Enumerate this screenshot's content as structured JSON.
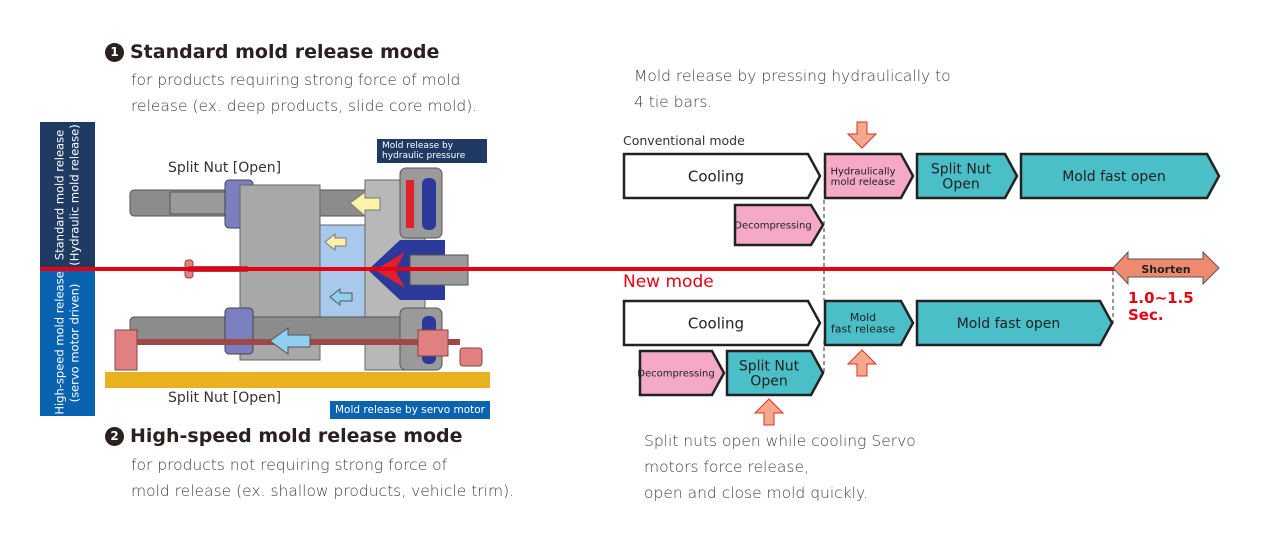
{
  "standard_mode": {
    "number": "1",
    "title": "Standard mold release mode",
    "desc_lines": [
      "for products requiring strong force of mold",
      "release (ex. deep products, slide core mold)."
    ]
  },
  "highspeed_mode": {
    "number": "2",
    "title": "High-speed mold release mode",
    "desc_lines": [
      "for products not requiring strong force of",
      "mold release (ex. shallow products, vehicle trim)."
    ]
  },
  "side_labels": {
    "top": [
      "Standard mold release",
      "(Hydraulic mold release)"
    ],
    "bottom": [
      "High-speed mold release",
      "(servo motor driven)"
    ]
  },
  "machine": {
    "split_nut_top": "Split Nut [Open]",
    "split_nut_bottom": "Split Nut [Open]",
    "callout_hydraulic": [
      "Mold release by",
      "hydraulic pressure"
    ],
    "callout_servo": "Mold release by servo motor"
  },
  "conventional": {
    "intro_lines": [
      "Mold release by pressing hydraulically to",
      "4 tie bars."
    ],
    "label": "Conventional mode",
    "steps": [
      {
        "label": [
          "Cooling"
        ],
        "kind": "white"
      },
      {
        "label": [
          "Hydraulically",
          "mold release"
        ],
        "kind": "pink"
      },
      {
        "label": [
          "Split Nut",
          "Open"
        ],
        "kind": "teal"
      },
      {
        "label": [
          "Mold fast open"
        ],
        "kind": "teal"
      }
    ],
    "sub_step": {
      "label": [
        "Decompressing"
      ],
      "kind": "pink"
    }
  },
  "new_mode": {
    "label": "New mode",
    "steps": [
      {
        "label": [
          "Cooling"
        ],
        "kind": "white"
      },
      {
        "label": [
          "Mold",
          "fast release"
        ],
        "kind": "teal"
      },
      {
        "label": [
          "Mold fast open"
        ],
        "kind": "teal"
      }
    ],
    "sub_steps": [
      {
        "label": [
          "Decompressing"
        ],
        "kind": "pink"
      },
      {
        "label": [
          "Split Nut",
          "Open"
        ],
        "kind": "teal"
      }
    ],
    "footer_lines": [
      "Split nuts open while cooling Servo",
      "motors force release,",
      "open and close mold quickly."
    ]
  },
  "shorten": {
    "label": "Shorten",
    "value_lines": [
      "1.0∼1.5",
      "Sec."
    ]
  },
  "colors": {
    "red_line": "#e60012",
    "teal": "#4bbfc8",
    "pink": "#f4a9c8",
    "arrow_orange": "#f5a98c",
    "navy": "#1f3b63",
    "blue": "#0a63b0"
  }
}
